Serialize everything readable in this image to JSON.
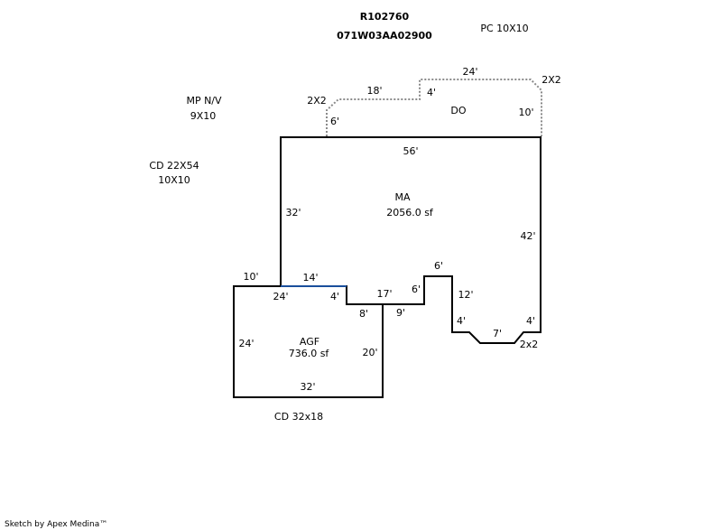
{
  "header": {
    "parcel_id": "R102760",
    "map_number": "071W03AA02900"
  },
  "notes": {
    "pc": "PC 10X10",
    "mp_line1": "MP N/V",
    "mp_line2": "9X10",
    "cd1_line1": "CD 22X54",
    "cd1_line2": "10X10",
    "cd2": "CD 32x18"
  },
  "areas": {
    "ma_name": "MA",
    "ma_sf": "2056.0 sf",
    "agf_name": "AGF",
    "agf_sf": "736.0 sf",
    "do_name": "DO"
  },
  "dimensions": {
    "ma_top": "56'",
    "ma_left": "32'",
    "ma_right": "42'",
    "ma_step_top": "6'",
    "ma_step_left": "6'",
    "ma_step_right": "12'",
    "ma_lower": "17'",
    "ma_lower_drop": "9'",
    "ma_bottom_left": "4'",
    "ma_bottom_mid": "7'",
    "ma_bottom_right": "4'",
    "ma_corner_label": "2x2",
    "agf_top_left": "10'",
    "agf_shared": "14'",
    "agf_top_inner": "24'",
    "agf_notch": "4'",
    "agf_notch_run": "8'",
    "agf_left": "24'",
    "agf_right": "20'",
    "agf_bottom": "32'",
    "do_top": "24'",
    "do_mid": "18'",
    "do_step": "4'",
    "do_left": "6'",
    "do_right": "10'",
    "do_corner_left": "2X2",
    "do_corner_right": "2X2"
  },
  "footer": {
    "credit": "Sketch by Apex Medina™"
  },
  "colors": {
    "walls": "#000000",
    "dotted_outline": "#8a8a8a",
    "shared_wall": "#1a4f9c"
  }
}
